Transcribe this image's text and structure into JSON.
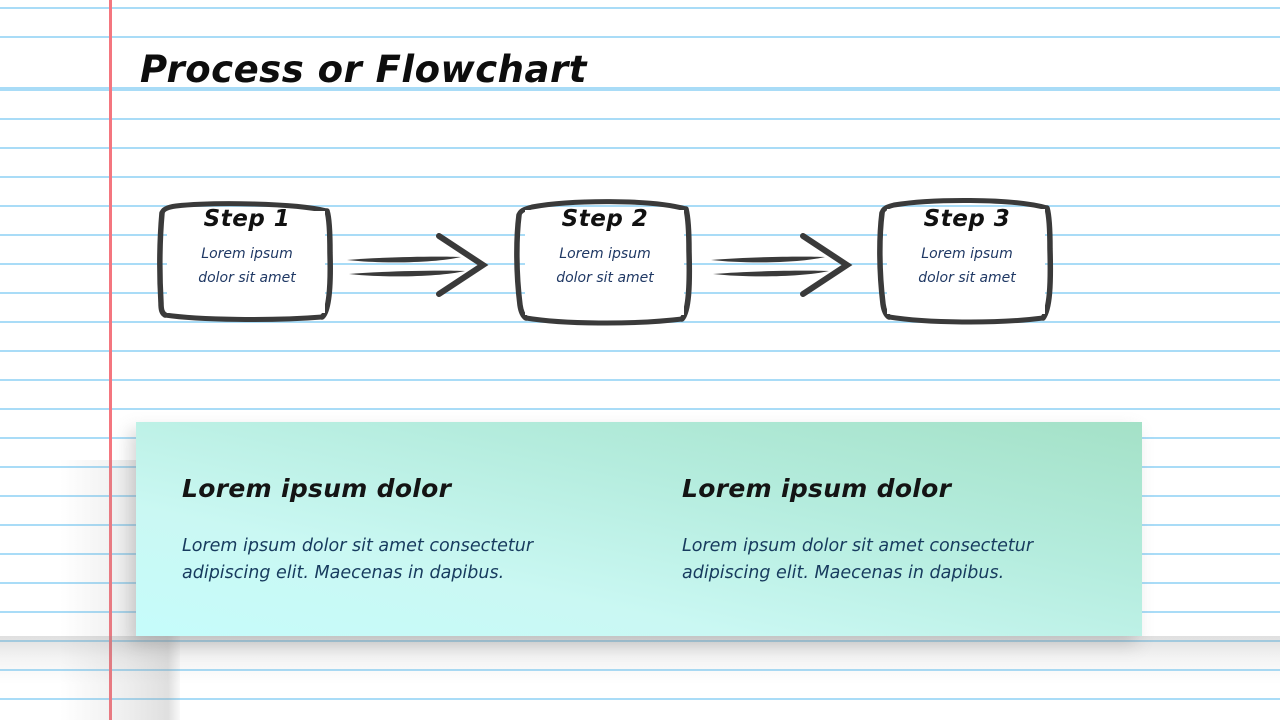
{
  "slide": {
    "title": "Process or Flowchart",
    "background": {
      "kind": "lined-notebook-paper",
      "rule_color": "#a9dcf7",
      "margin_line_color": "#f4767f",
      "paper_color": "#ffffff"
    }
  },
  "flow": {
    "steps": [
      {
        "title": "Step 1",
        "line1": "Lorem ipsum",
        "line2": "dolor sit amet"
      },
      {
        "title": "Step 2",
        "line1": "Lorem ipsum",
        "line2": "dolor sit amet"
      },
      {
        "title": "Step 3",
        "line1": "Lorem ipsum",
        "line2": "dolor sit amet"
      }
    ],
    "connectors": [
      {
        "name": "arrow-step1-to-step2",
        "direction": "right"
      },
      {
        "name": "arrow-step2-to-step3",
        "direction": "right"
      }
    ],
    "box_stroke_color": "#3a3a3a",
    "box_fill_color": "#ffffff",
    "step_title_color": "#111111",
    "step_desc_color": "#1f3864"
  },
  "panel": {
    "gradient_from": "#c6fcfb",
    "gradient_to": "#a4e1c7",
    "columns": [
      {
        "heading": "Lorem ipsum dolor",
        "body": "Lorem ipsum dolor sit amet consectetur adipiscing elit. Maecenas in dapibus."
      },
      {
        "heading": "Lorem ipsum dolor",
        "body": "Lorem ipsum dolor sit amet consectetur adipiscing elit. Maecenas in dapibus."
      }
    ],
    "heading_color": "#141414",
    "body_color": "#173b5e"
  }
}
